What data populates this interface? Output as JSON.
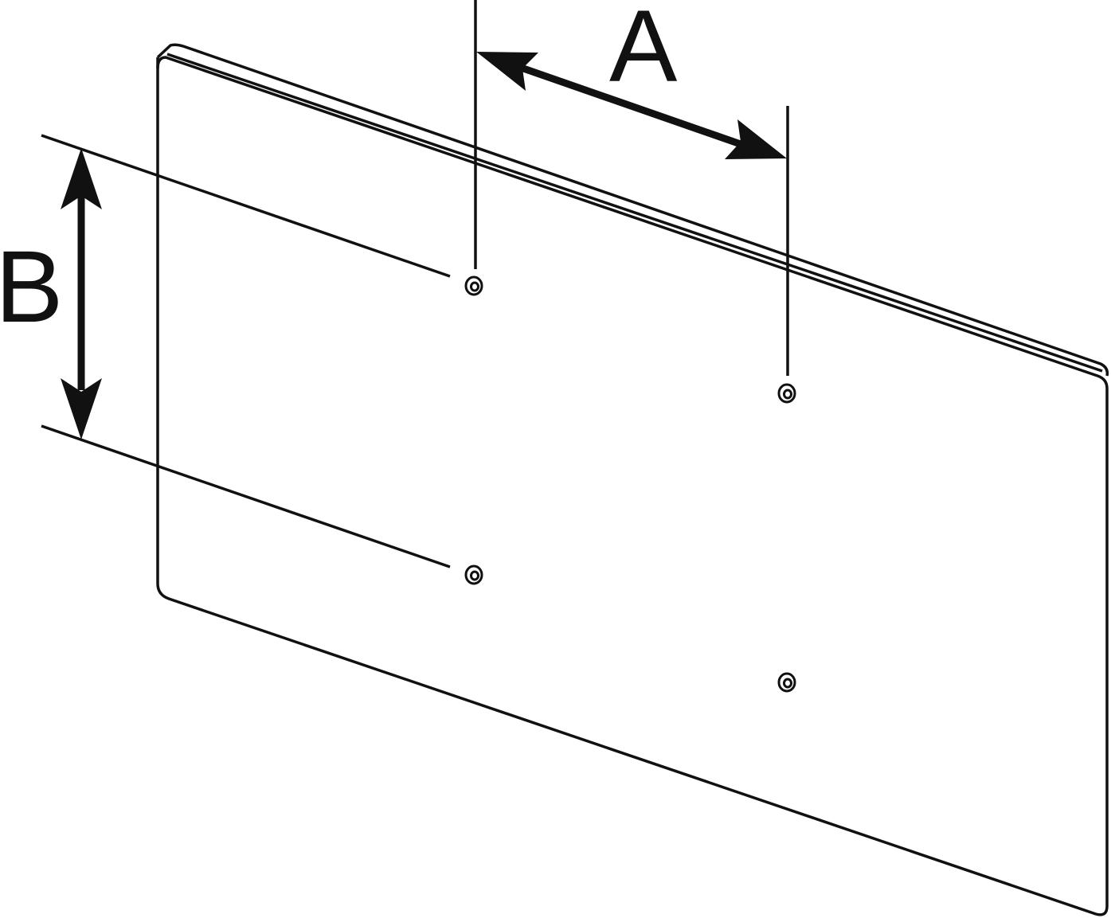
{
  "diagram": {
    "labels": {
      "horizontal_dimension": "A",
      "vertical_dimension": "B"
    },
    "colors": {
      "line": "#111111",
      "background": "#ffffff"
    },
    "mounting_holes": {
      "count": 4
    }
  }
}
